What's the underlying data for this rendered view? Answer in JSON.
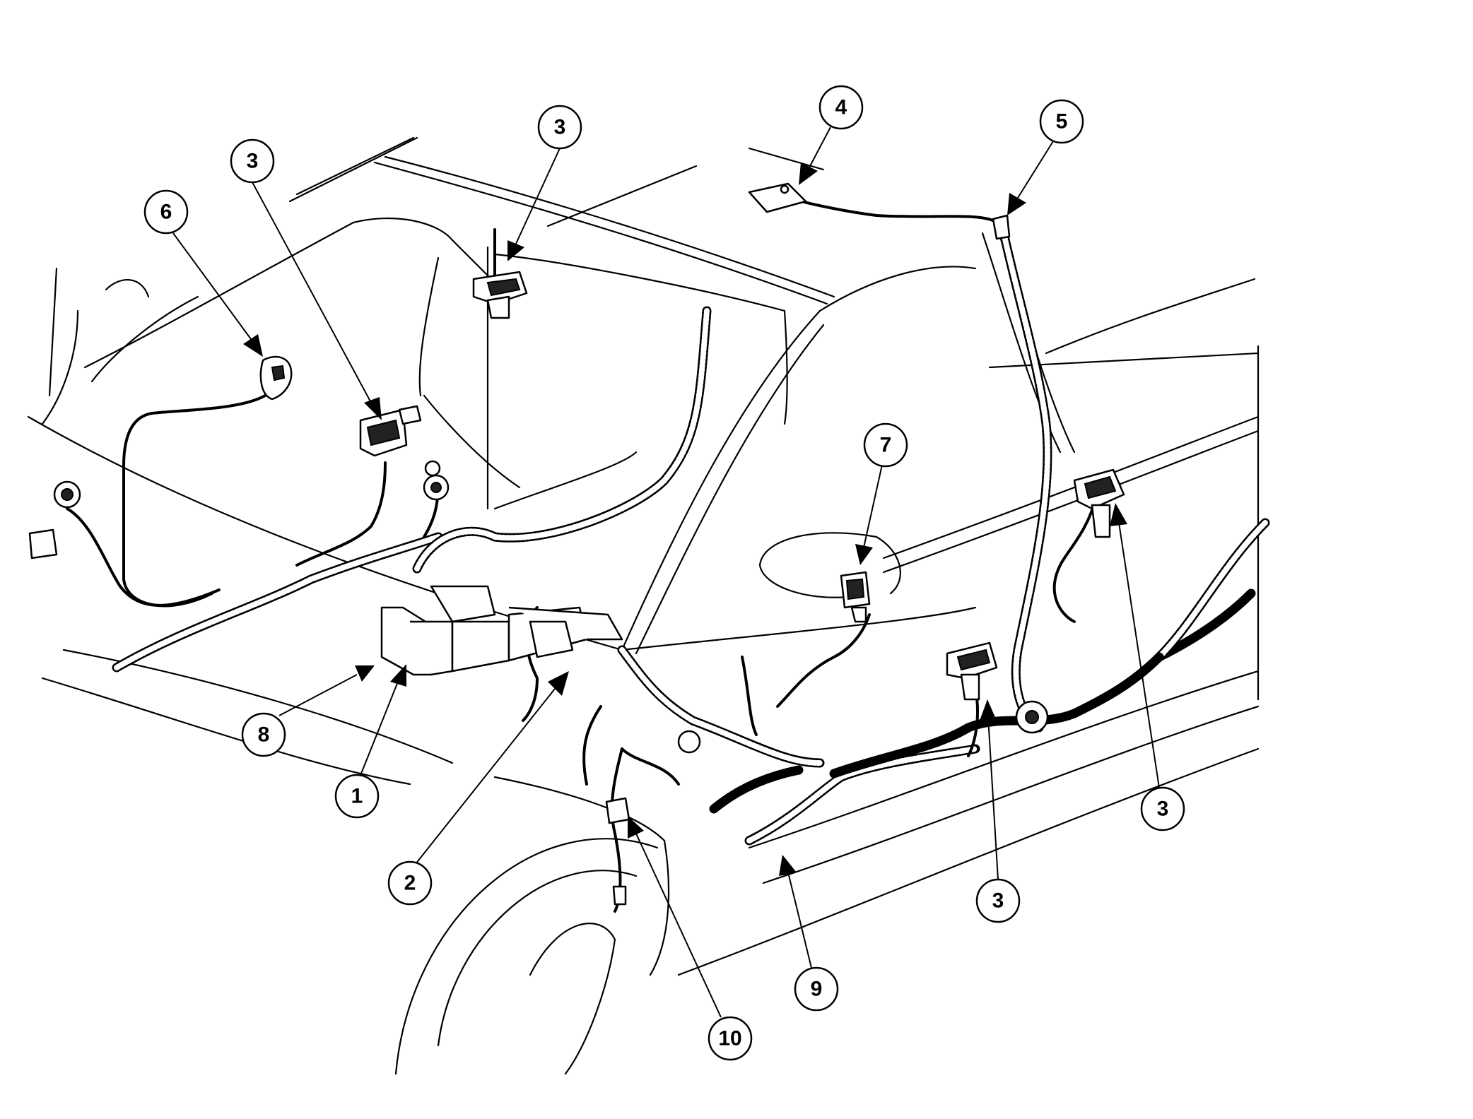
{
  "callouts": [
    {
      "id": "c1",
      "label": "1"
    },
    {
      "id": "c2",
      "label": "2"
    },
    {
      "id": "c3a",
      "label": "3"
    },
    {
      "id": "c3b",
      "label": "3"
    },
    {
      "id": "c3c",
      "label": "3"
    },
    {
      "id": "c3d",
      "label": "3"
    },
    {
      "id": "c4",
      "label": "4"
    },
    {
      "id": "c5",
      "label": "5"
    },
    {
      "id": "c6",
      "label": "6"
    },
    {
      "id": "c7",
      "label": "7"
    },
    {
      "id": "c8",
      "label": "8"
    },
    {
      "id": "c9",
      "label": "9"
    },
    {
      "id": "c10",
      "label": "10"
    }
  ]
}
